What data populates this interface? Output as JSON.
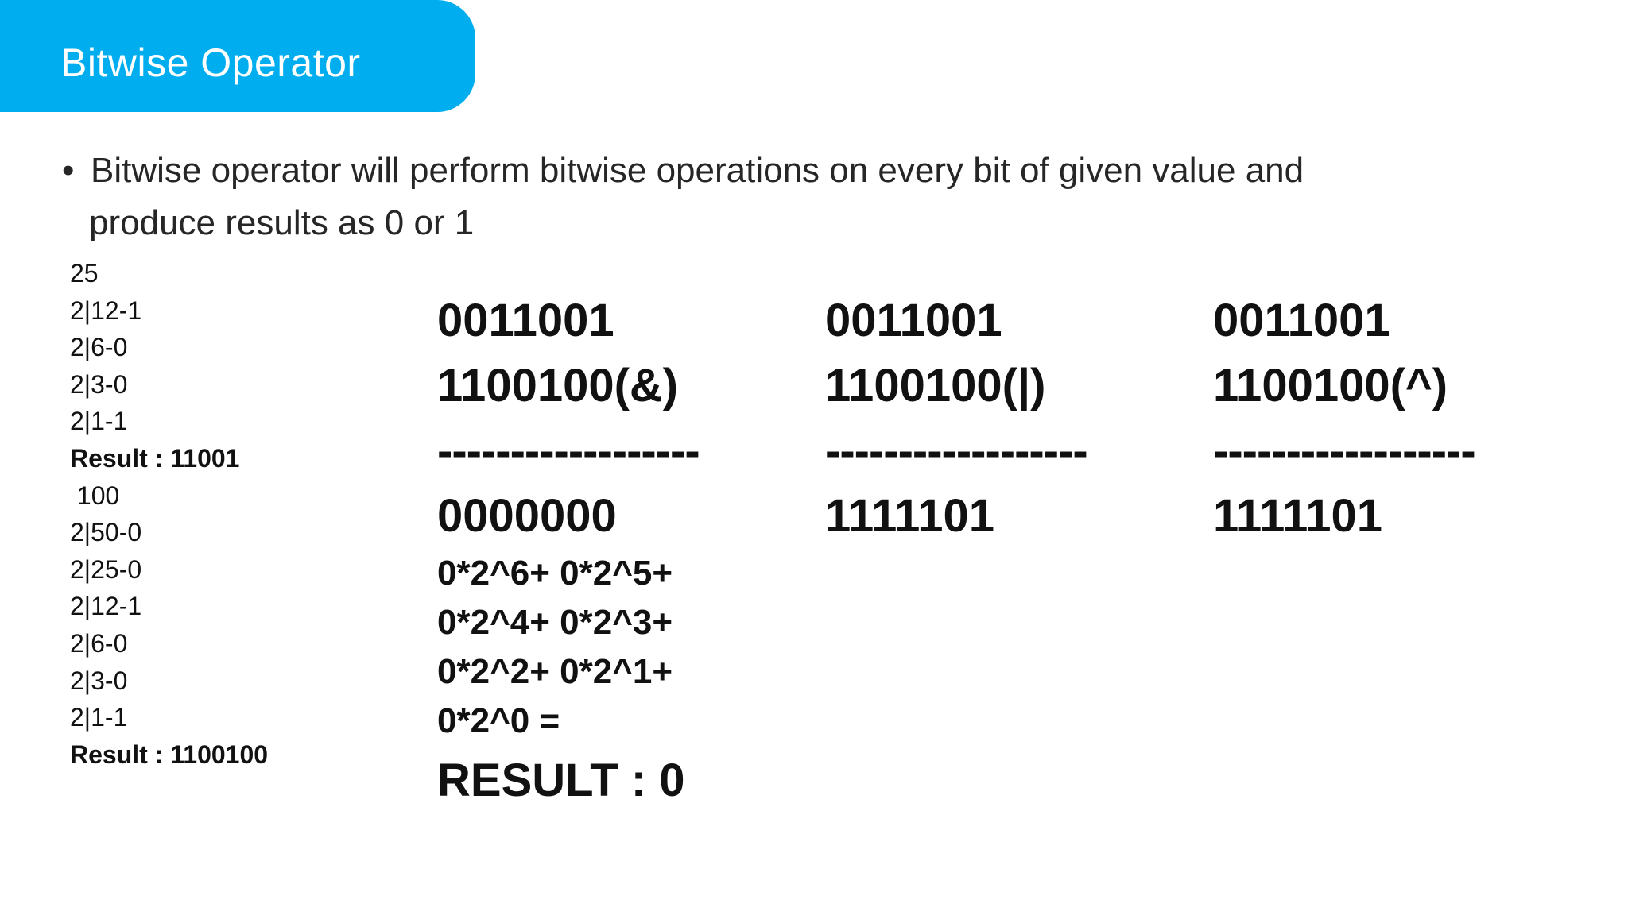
{
  "slide": {
    "title": "Bitwise Operator",
    "bullet": {
      "line1": "Bitwise operator will perform bitwise operations on every bit of given value and",
      "line2": "produce results as 0 or 1"
    }
  },
  "conversion": {
    "lines": [
      "25",
      "2|12-1",
      "2|6-0",
      "2|3-0",
      "2|1-1",
      "Result : 11001",
      " 100",
      "2|50-0",
      "2|25-0",
      "2|12-1",
      "2|6-0",
      "2|3-0",
      "2|1-1",
      "Result : 1100100"
    ]
  },
  "operations": {
    "and": {
      "operand1": "0011001",
      "operand2": "1100100(&)",
      "separator": "------------------",
      "result": "0000000",
      "expansion": [
        "0*2^6+ 0*2^5+",
        "0*2^4+ 0*2^3+",
        "0*2^2+ 0*2^1+",
        "0*2^0 ="
      ],
      "final": "RESULT : 0"
    },
    "or": {
      "operand1": "0011001",
      "operand2": "1100100(|)",
      "separator": "------------------",
      "result": "1111101"
    },
    "xor": {
      "operand1": "0011001",
      "operand2": "1100100(^)",
      "separator": "------------------",
      "result": "1111101"
    }
  },
  "colors": {
    "title_bar": "#00aeef",
    "title_text": "#ffffff",
    "body_text": "#111111"
  }
}
